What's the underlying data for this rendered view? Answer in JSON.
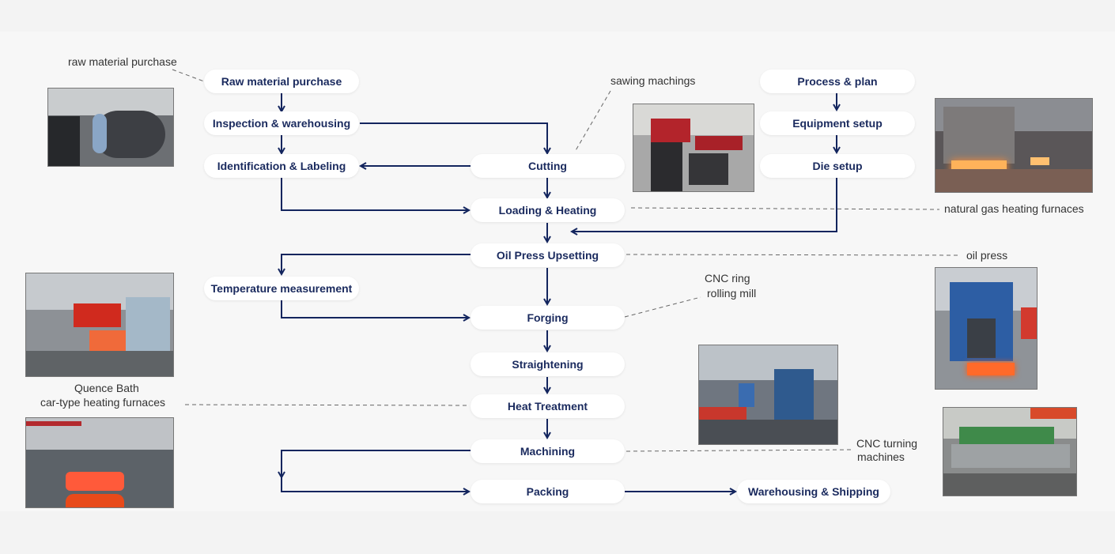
{
  "colors": {
    "arrow": "#13255e",
    "node_text": "#1a2a5e",
    "node_bg": "#ffffff",
    "leader": "#555555",
    "background": "#f7f7f7"
  },
  "nodes": {
    "raw_material_purchase": "Raw material purchase",
    "inspection_warehousing": "Inspection & warehousing",
    "identification_labeling": "Identification & Labeling",
    "cutting": "Cutting",
    "loading_heating": "Loading & Heating",
    "oil_press_upsetting": "Oil Press Upsetting",
    "temperature_measurement": "Temperature measurement",
    "forging": "Forging",
    "straightening": "Straightening",
    "heat_treatment": "Heat Treatment",
    "machining": "Machining",
    "packing": "Packing",
    "warehousing_shipping": "Warehousing & Shipping",
    "process_plan": "Process & plan",
    "equipment_setup": "Equipment setup",
    "die_setup": "Die setup"
  },
  "annotations": {
    "raw_material": "raw material purchase",
    "sawing": "sawing machings",
    "natural_gas": "natural gas heating furnaces",
    "oil_press": "oil press",
    "cnc_ring_1": "CNC ring",
    "cnc_ring_2": "rolling mill",
    "quench_1": "Quence Bath",
    "quench_2": "car-type heating furnaces",
    "cnc_turning_1": "CNC turning",
    "cnc_turning_2": "machines"
  },
  "photos": [
    {
      "id": "raw-material-photo",
      "subject": "steel bar on sawing bed"
    },
    {
      "id": "sawing-machine-photo",
      "subject": "red band sawing machines"
    },
    {
      "id": "heating-furnace-photo",
      "subject": "natural gas heating furnace"
    },
    {
      "id": "car-type-furnace-photo",
      "subject": "car-type heating furnace"
    },
    {
      "id": "quench-bath-photo",
      "subject": "hot ring in quench bath"
    },
    {
      "id": "ring-rolling-photo",
      "subject": "CNC ring rolling mill"
    },
    {
      "id": "oil-press-photo",
      "subject": "blue hydraulic oil press"
    },
    {
      "id": "cnc-turning-photo",
      "subject": "CNC vertical turning lathes"
    }
  ]
}
